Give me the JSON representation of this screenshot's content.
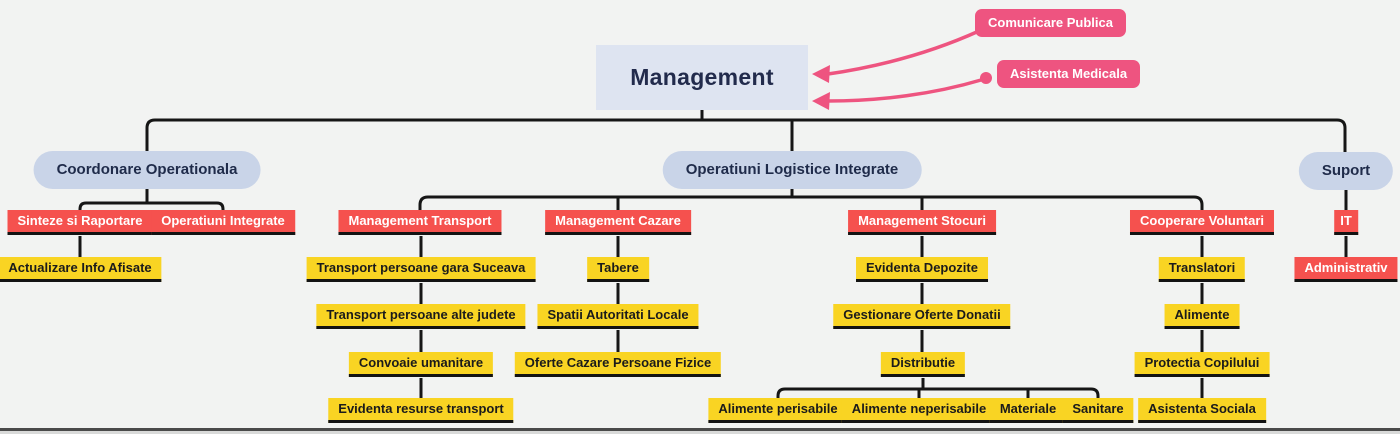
{
  "title": "Management",
  "callouts": [
    {
      "label": "Comunicare Publica"
    },
    {
      "label": "Asistenta Medicala"
    }
  ],
  "branches": [
    {
      "label": "Coordonare Operationala",
      "departments": [
        {
          "label": "Sinteze si Raportare",
          "tasks": [
            "Actualizare Info Afisate"
          ]
        },
        {
          "label": "Operatiuni Integrate",
          "tasks": []
        }
      ]
    },
    {
      "label": "Operatiuni Logistice Integrate",
      "departments": [
        {
          "label": "Management Transport",
          "tasks": [
            "Transport persoane gara Suceava",
            "Transport persoane alte judete",
            "Convoaie umanitare",
            "Evidenta resurse transport"
          ]
        },
        {
          "label": "Management Cazare",
          "tasks": [
            "Tabere",
            "Spatii Autoritati Locale",
            "Oferte Cazare Persoane Fizice"
          ]
        },
        {
          "label": "Management Stocuri",
          "tasks": [
            "Evidenta Depozite",
            "Gestionare Oferte Donatii",
            "Distributie"
          ],
          "distribution_channels": [
            "Alimente perisabile",
            "Alimente neperisabile",
            "Materiale",
            "Sanitare"
          ]
        },
        {
          "label": "Cooperare Voluntari",
          "tasks": [
            "Translatori",
            "Alimente",
            "Protectia Copilului",
            "Asistenta Sociala"
          ]
        }
      ]
    },
    {
      "label": "Suport",
      "departments": [
        {
          "label": "IT",
          "subunits": [
            "Administrativ"
          ]
        }
      ]
    }
  ],
  "colors": {
    "background": "#f2f3f2",
    "root_box": "#dee4f1",
    "branch_pill": "#c9d4e8",
    "department_red": "#f5514e",
    "task_yellow": "#f9d423",
    "callout_pink": "#ee5480",
    "connector": "#161616",
    "text_dark_navy": "#212b4b"
  }
}
